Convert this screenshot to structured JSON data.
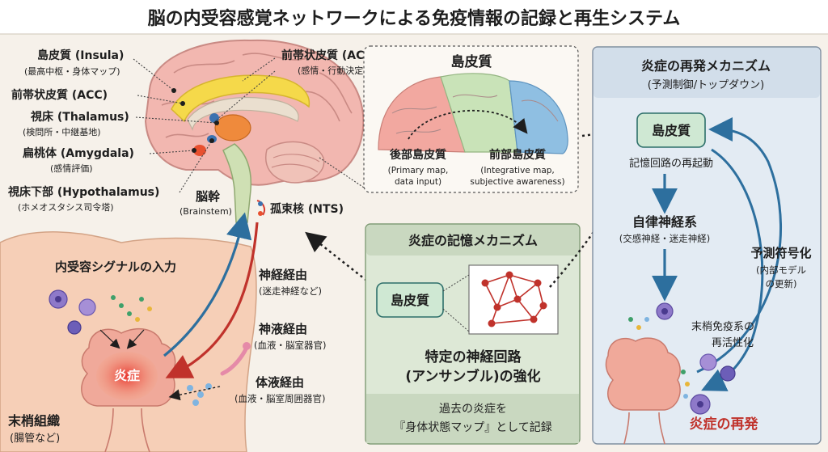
{
  "title": "脳の内受容感覚ネットワークによる免疫情報の記録と再生システム",
  "brain": {
    "insula": "島皮質 (Insula)",
    "insula_sub": "(最高中枢・身体マップ)",
    "acc_left": "前帯状皮質 (ACC)",
    "thalamus": "視床 (Thalamus)",
    "thalamus_sub": "(検問所・中継基地)",
    "amygdala": "扁桃体 (Amygdala)",
    "amygdala_sub": "(感情評価)",
    "hypothalamus": "視床下部 (Hypothalamus)",
    "hypothalamus_sub": "(ホメオスタシス司令塔)",
    "acc_top": "前帯状皮質 (ACC)",
    "acc_top_sub": "(感情・行動決定)",
    "brainstem": "脳幹",
    "brainstem_sub": "(Brainstem)",
    "nts": "孤束核 (NTS)"
  },
  "insula_panel": {
    "title": "島皮質",
    "posterior": "後部島皮質",
    "posterior_sub1": "(Primary map,",
    "posterior_sub2": "data input)",
    "anterior": "前部島皮質",
    "anterior_sub1": "(Integrative map,",
    "anterior_sub2": "subjective awareness)"
  },
  "body": {
    "input_label": "内受容シグナルの入力",
    "nerve": "神経経由",
    "nerve_sub": "(迷走神経など)",
    "humoral1": "神液経由",
    "humoral1_sub": "(血液・脳室器官)",
    "humoral2": "体液経由",
    "humoral2_sub": "(血液・脳室周囲器官)",
    "inflammation": "炎症",
    "tissue": "末梢組織",
    "tissue_sub": "(腸管など)"
  },
  "memory_panel": {
    "title": "炎症の記憶メカニズム",
    "insula": "島皮質",
    "circuit1": "特定の神経回路",
    "circuit2": "(アンサンブル)の強化",
    "record1": "過去の炎症を",
    "record2": "『身体状態マップ』として記録"
  },
  "relapse_panel": {
    "title": "炎症の再発メカニズム",
    "subtitle": "(予測制御/トップダウン)",
    "insula": "島皮質",
    "reactivation": "記憶回路の再起動",
    "ans": "自律神経系",
    "ans_sub": "(交感神経・迷走神経)",
    "predictive": "予測符号化",
    "predictive_sub1": "(内部モデル",
    "predictive_sub2": "の更新)",
    "immune1": "末梢免疫系の",
    "immune2": "再活性化",
    "relapse": "炎症の再発"
  },
  "colors": {
    "bg": "#f6f1ea",
    "panel_green": "#dde8d6",
    "panel_blue": "#e3ebf3",
    "accent_blue": "#2d6f9e",
    "accent_red": "#c0322b",
    "insula_badge": "#cfe8d3"
  }
}
